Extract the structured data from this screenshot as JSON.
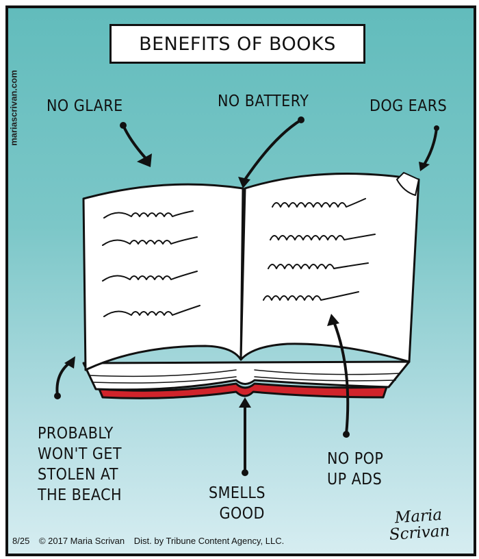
{
  "title": "BENEFITS OF BOOKS",
  "website": "mariascrivan.com",
  "labels": {
    "no_glare": "NO GLARE",
    "no_battery": "NO BATTERY",
    "dog_ears": "DOG EARS",
    "beach": [
      "PROBABLY",
      "WON'T GET",
      "STOLEN AT",
      "THE BEACH"
    ],
    "smells_good": [
      "SMELLS",
      "GOOD"
    ],
    "no_pop_up_ads": [
      "NO POP",
      "UP ADS"
    ]
  },
  "signature": [
    "Maria",
    "Scrivan"
  ],
  "footer": {
    "date": "8/25",
    "copyright": "© 2017  Maria Scrivan",
    "distribution": "Dist. by Tribune Content Agency, LLC."
  },
  "colors": {
    "background_top": "#62bcbc",
    "background_bottom": "#d6edf1",
    "book_cover": "#d0242b"
  }
}
